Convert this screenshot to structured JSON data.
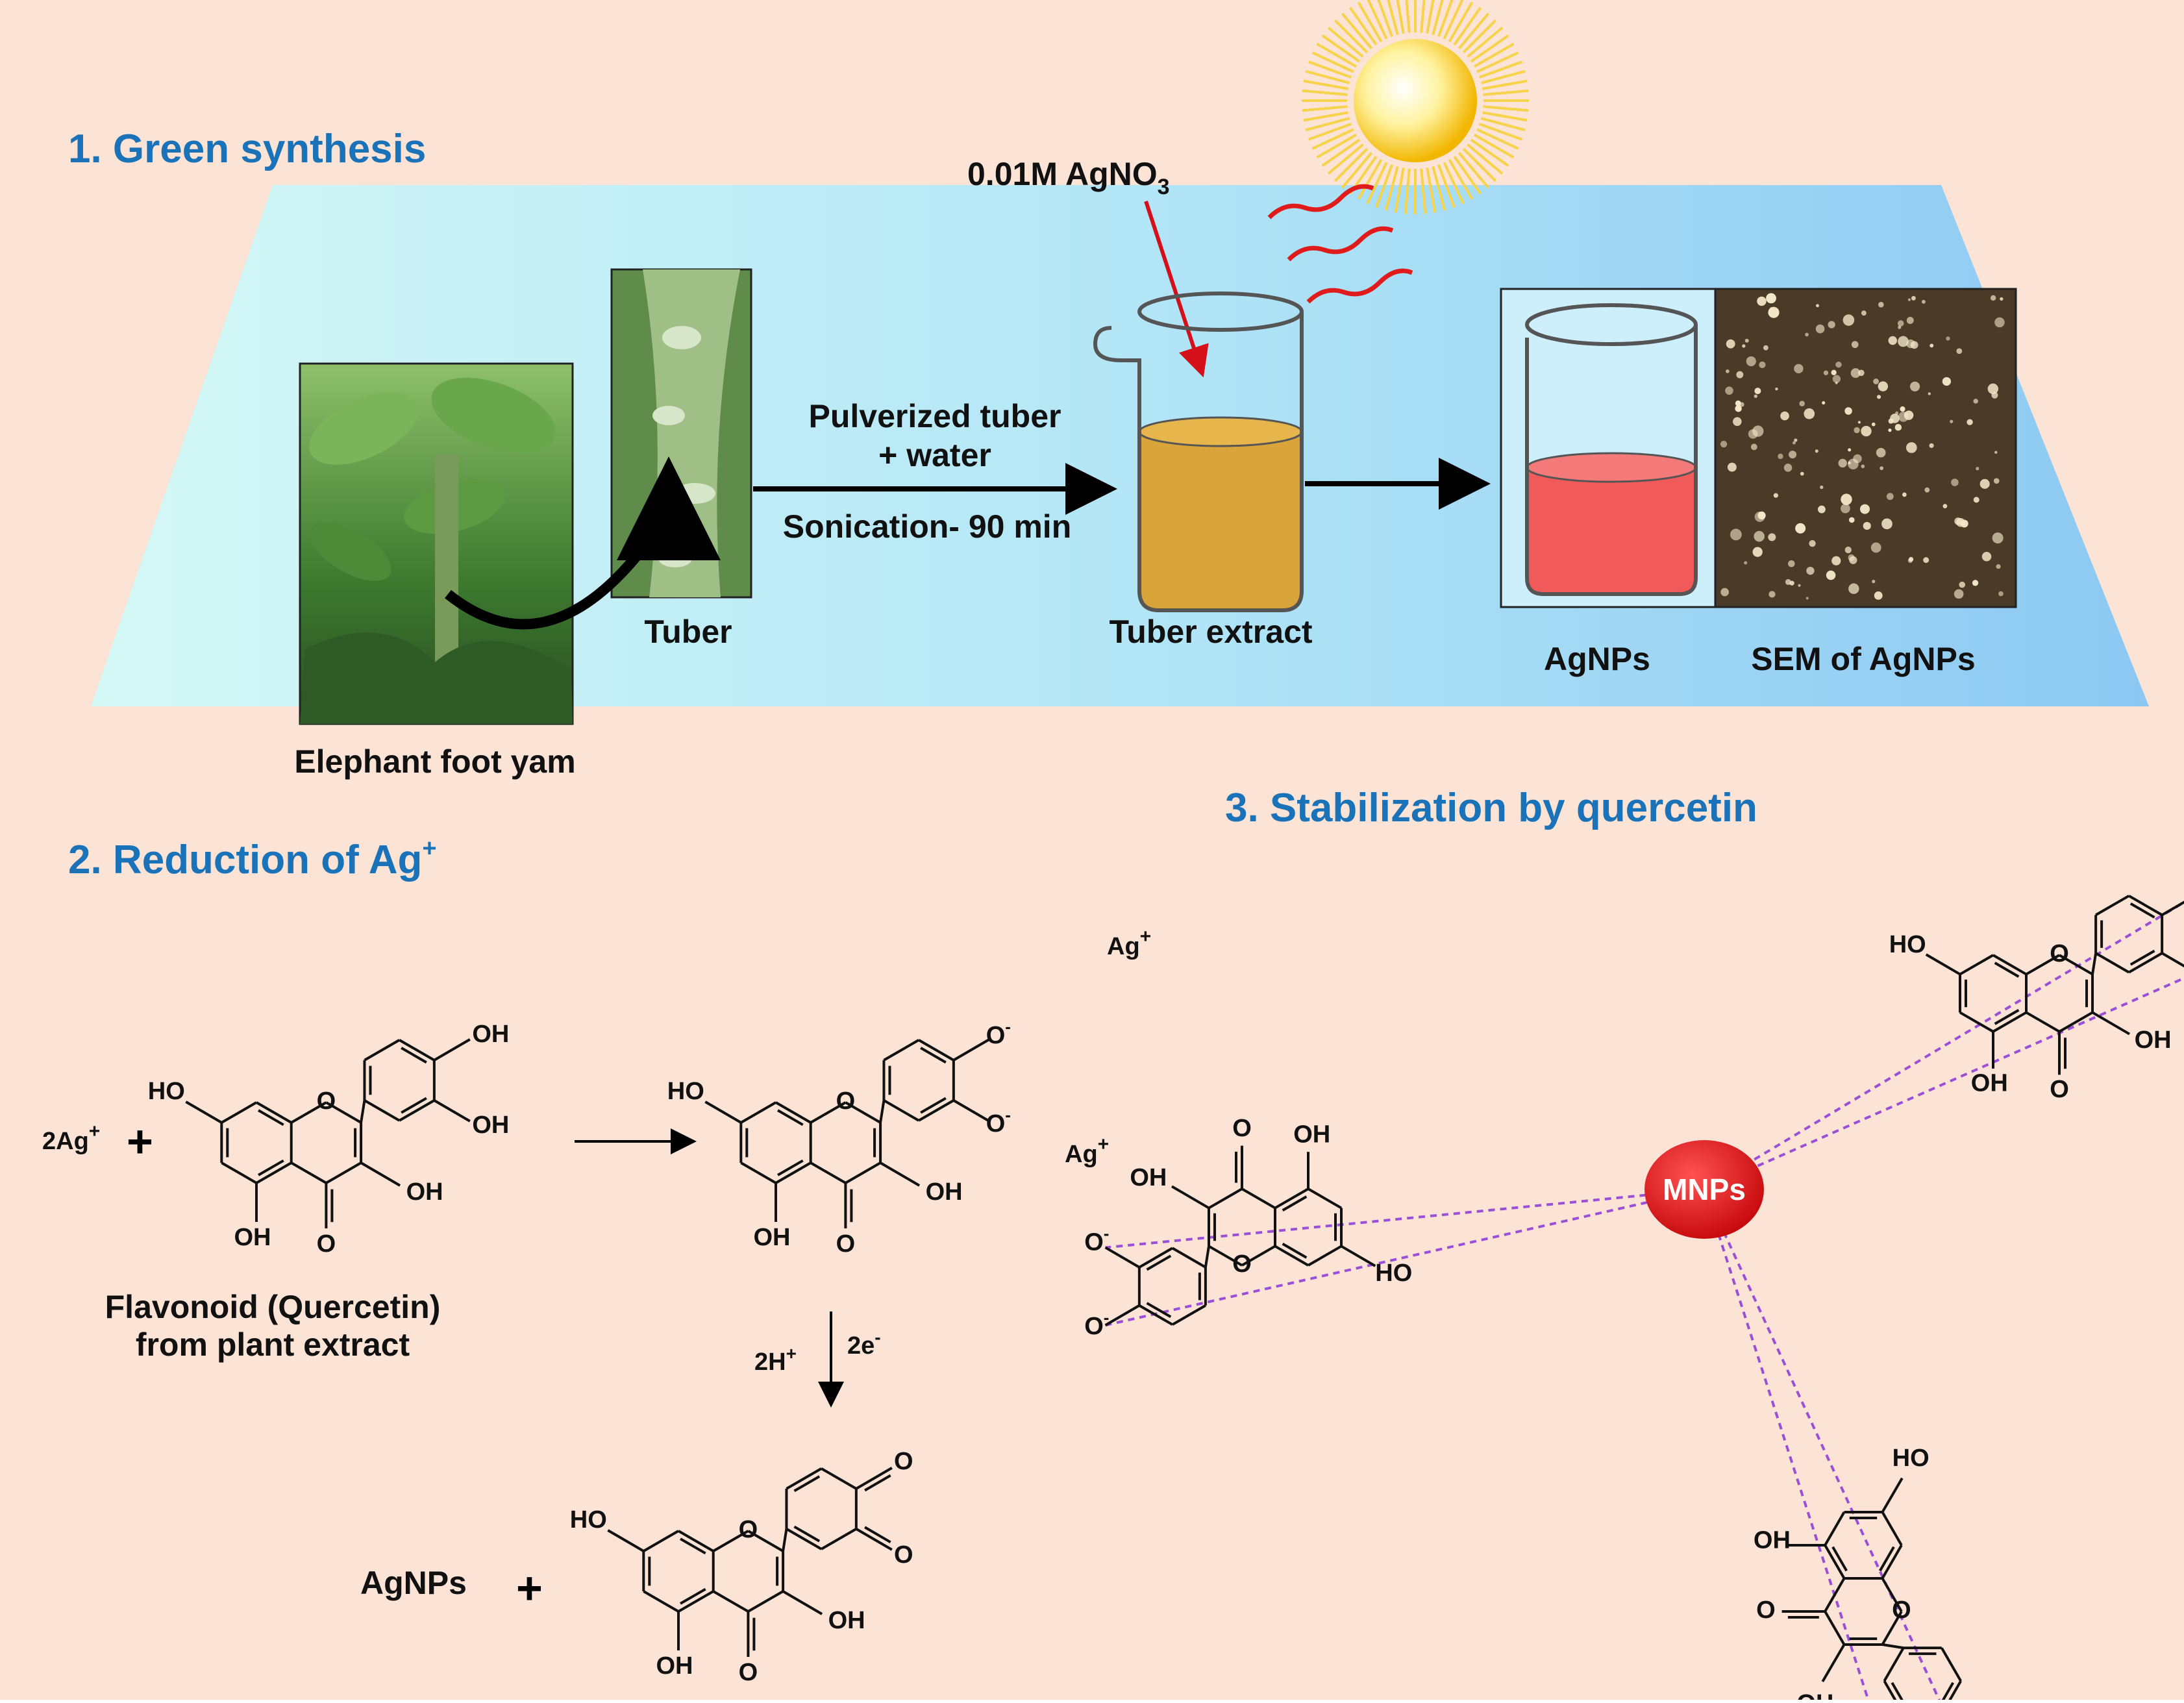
{
  "colors": {
    "background": "#fbe3d6",
    "heading": "#1a72b8",
    "extract": "#d9a53a",
    "agnp_solution": "#f15a5a",
    "nanoparticle": "#e50d12",
    "interaction": "#9b4fd6"
  },
  "headings": {
    "green_synthesis": "1. Green synthesis",
    "reduction": "2. Reduction of Ag",
    "reduction_sup": "+",
    "stabilization": "3. Stabilization by quercetin"
  },
  "synthesis": {
    "reagent_main": "0.01M AgNO",
    "reagent_sub": "3",
    "step_line1": "Pulverized tuber",
    "step_line2": "+ water",
    "step_line3": "Sonication- 90 min",
    "label_tuber": "Tuber",
    "label_tuber_extract": "Tuber extract",
    "label_agnps": "AgNPs",
    "label_sem": "SEM of AgNPs",
    "label_plant": "Elephant foot yam"
  },
  "reduction": {
    "reactant_ag": "2Ag",
    "plus": "+",
    "source_line1": "Flavonoid (Quercetin)",
    "source_line2": "from plant extract",
    "step_h": "2H",
    "step_e": "2e",
    "product": "AgNPs",
    "ag_ion": "Ag"
  },
  "atoms": {
    "ho": "HO",
    "oh": "OH",
    "o": "O",
    "charge_pos": "+",
    "charge_neg": "-"
  },
  "stabilization": {
    "core_label": "MNPs"
  }
}
